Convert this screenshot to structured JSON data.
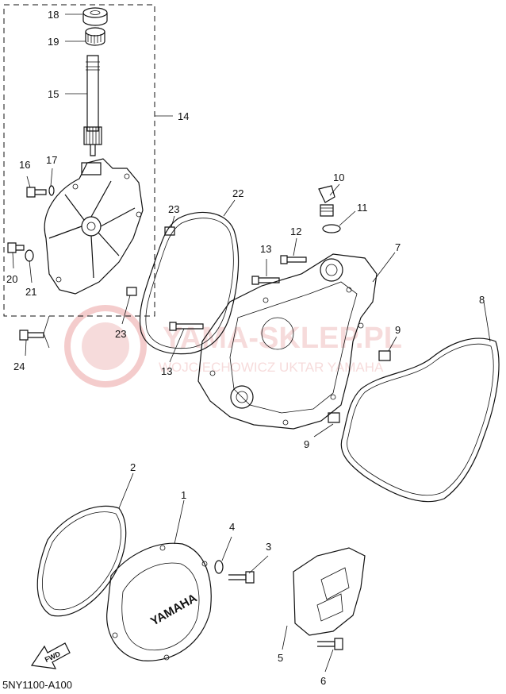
{
  "callouts": {
    "c1": "1",
    "c2": "2",
    "c3": "3",
    "c4": "4",
    "c5": "5",
    "c6": "6",
    "c7": "7",
    "c8": "8",
    "c9a": "9",
    "c9b": "9",
    "c10": "10",
    "c11": "11",
    "c12": "12",
    "c13a": "13",
    "c13b": "13",
    "c14": "14",
    "c15": "15",
    "c16": "16",
    "c17": "17",
    "c18": "18",
    "c19": "19",
    "c20": "20",
    "c21": "21",
    "c22": "22",
    "c23a": "23",
    "c23b": "23",
    "c24": "24"
  },
  "cover_logo": "YAMAHA",
  "fwd_label": "FWD",
  "diagram_code": "5NY1100-A100",
  "watermark": {
    "main": "YAMA-SKLEP.PL",
    "sub": "WOJCIECHOWICZ UKTAR YAMAHA",
    "color": "#e89a9a"
  }
}
